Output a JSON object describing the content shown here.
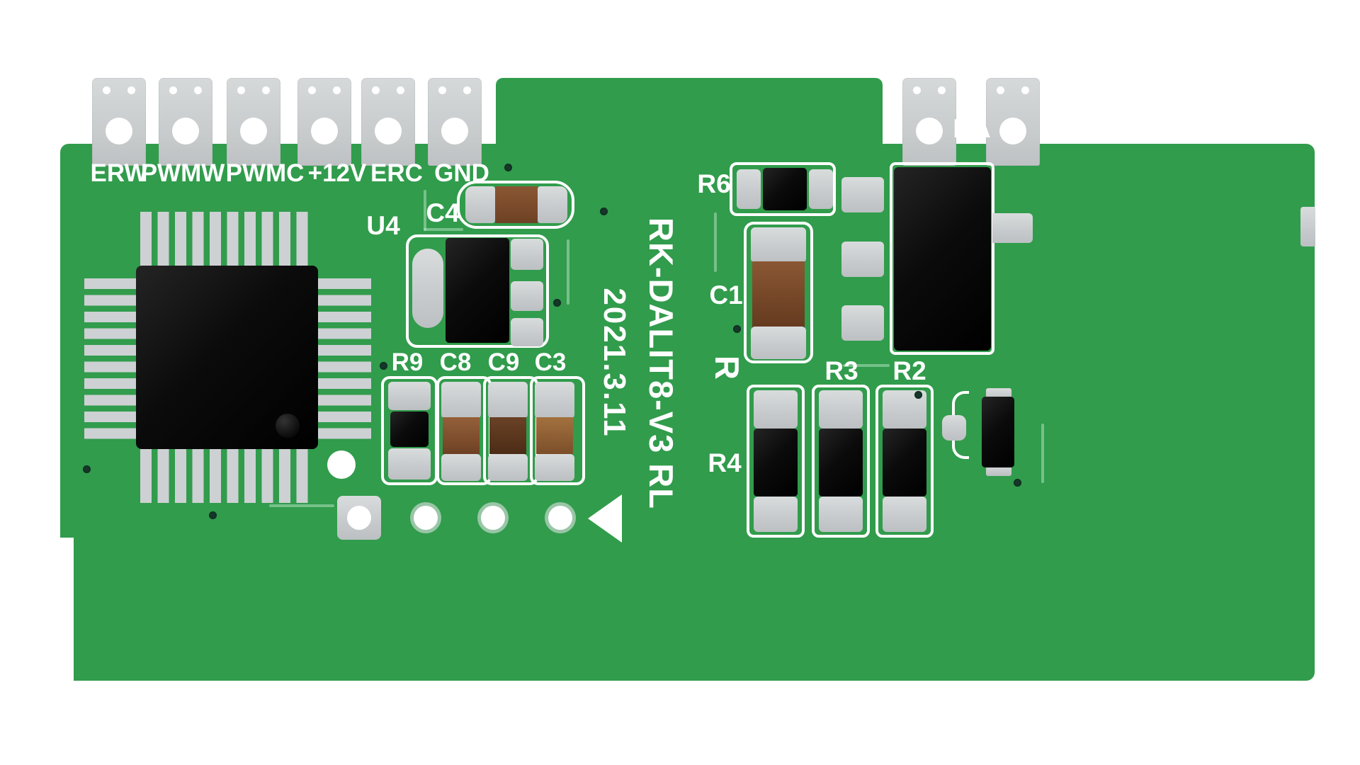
{
  "board": {
    "silkscreen_id": "RK-DALIT8-V3 RL",
    "silkscreen_date": "2021.3.11",
    "colors": {
      "pcb_green": "#319c4c",
      "silkscreen_white": "#ffffff",
      "pad_silver": "#c9cdcf",
      "component_black": "#0b0b0b",
      "capacitor_brown": "#7a4a2c",
      "via_dark_green": "#16382a"
    }
  },
  "terminals": {
    "left": [
      {
        "label": "ERW"
      },
      {
        "label": "PWMW"
      },
      {
        "label": "PWMC"
      },
      {
        "label": "+12V"
      },
      {
        "label": "ERC"
      },
      {
        "label": "GND"
      }
    ],
    "right": [
      {
        "label": "DA"
      }
    ]
  },
  "component_labels": {
    "u4": "U4",
    "c4": "C4",
    "r9": "R9",
    "c8": "C8",
    "c9": "C9",
    "c3": "C3",
    "r6": "R6",
    "c1": "C1",
    "r": "R",
    "r3": "R3",
    "r2": "R2",
    "r4": "R4"
  }
}
